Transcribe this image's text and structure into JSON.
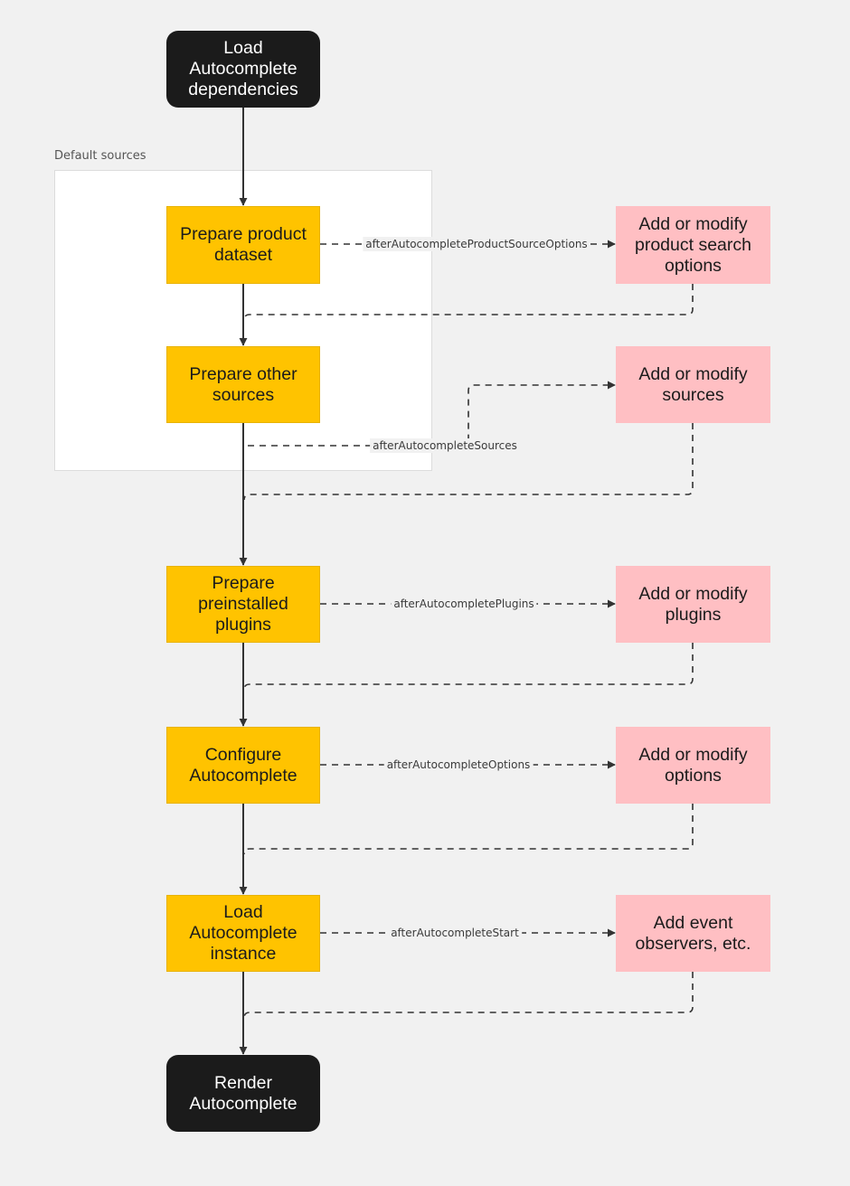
{
  "group": {
    "label": "Default sources"
  },
  "nodes": {
    "load_dependencies": "Load Autocomplete dependencies",
    "prepare_product_dataset": "Prepare product dataset",
    "prepare_other_sources": "Prepare other sources",
    "prepare_plugins": "Prepare preinstalled plugins",
    "configure_autocomplete": "Configure Autocomplete",
    "load_instance": "Load Autocomplete instance",
    "render_autocomplete": "Render Autocomplete",
    "hook_product_search_options": "Add or modify product search options",
    "hook_sources": "Add or modify sources",
    "hook_plugins": "Add or modify plugins",
    "hook_options": "Add or modify options",
    "hook_event_observers": "Add event observers, etc."
  },
  "events": {
    "product_source_options": "afterAutocompleteProductSourceOptions",
    "sources": "afterAutocompleteSources",
    "plugins": "afterAutocompletePlugins",
    "options": "afterAutocompleteOptions",
    "start": "afterAutocompleteStart"
  },
  "colors": {
    "background": "#f1f1f1",
    "terminal": "#1b1b1b",
    "step": "#ffc300",
    "hook": "#ffbfc3",
    "line": "#333333"
  }
}
